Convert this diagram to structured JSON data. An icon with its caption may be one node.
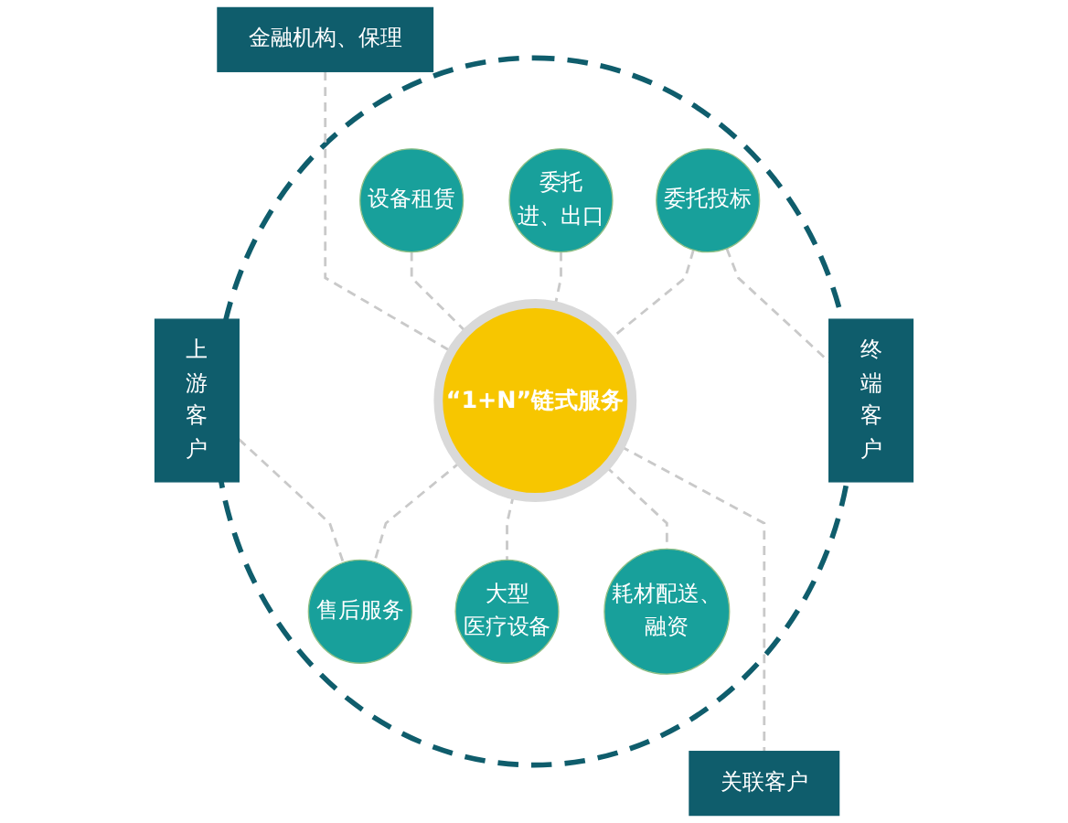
{
  "diagram": {
    "nodes": [
      {
        "text": [
          "金融机构、保理"
        ]
      },
      {
        "text": [],
        "shape": "ellipse"
      },
      {
        "text": [
          "设备租赁"
        ],
        "in": 1
      },
      {
        "text": [
          "委托进、出口"
        ],
        "in": 1
      },
      {
        "text": [
          "上游客户"
        ]
      },
      {
        "text": [
          "售后服务"
        ],
        "in": 1
      },
      {
        "text": [
          "“1+N”链式服务"
        ],
        "in": 1
      },
      {
        "text": [
          "委托投标"
        ],
        "in": 1
      },
      {
        "text": [
          "终端客户"
        ]
      },
      {
        "text": [
          "大型医疗设备"
        ],
        "in": 1
      },
      {
        "text": [
          "耗材配送、融资"
        ],
        "in": 1
      },
      {
        "text": [
          "关联客户"
        ]
      }
    ],
    "edges": [
      {
        "from": 0,
        "to": 6,
        "arrow": "none",
        "style": "dashed"
      },
      {
        "from": 2,
        "to": 6,
        "arrow": "none",
        "style": "dashed"
      },
      {
        "from": 3,
        "to": 6,
        "arrow": "none",
        "style": "dashed"
      },
      {
        "from": 4,
        "to": 5,
        "arrow": "none",
        "style": "dashed"
      },
      {
        "from": 6,
        "to": 5,
        "arrow": "none",
        "style": "dashed"
      },
      {
        "from": 7,
        "to": 6,
        "arrow": "none",
        "style": "dashed"
      },
      {
        "from": 7,
        "to": 8,
        "arrow": "none",
        "style": "dashed"
      },
      {
        "from": 6,
        "to": 9,
        "arrow": "none",
        "style": "dashed"
      },
      {
        "from": 6,
        "to": 10,
        "arrow": "none",
        "style": "dashed"
      },
      {
        "from": 6,
        "to": 11,
        "arrow": "none",
        "style": "dashed"
      }
    ]
  }
}
